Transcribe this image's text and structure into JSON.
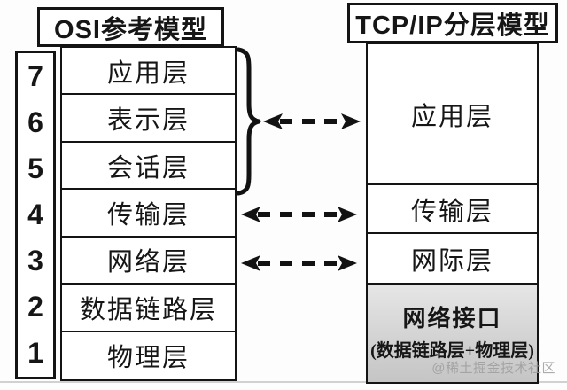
{
  "titles": {
    "osi": "OSI参考模型",
    "tcpip": "TCP/IP分层模型"
  },
  "osi": {
    "layers": [
      {
        "num": "7",
        "name": "应用层"
      },
      {
        "num": "6",
        "name": "表示层"
      },
      {
        "num": "5",
        "name": "会话层"
      },
      {
        "num": "4",
        "name": "传输层"
      },
      {
        "num": "3",
        "name": "网络层"
      },
      {
        "num": "2",
        "name": "数据链路层"
      },
      {
        "num": "1",
        "name": "物理层"
      }
    ]
  },
  "tcpip": {
    "layers": [
      {
        "name": "应用层"
      },
      {
        "name": "传输层"
      },
      {
        "name": "网际层"
      },
      {
        "name": "网络接口",
        "sub": "(数据链路层+物理层)"
      }
    ]
  },
  "mappings": [
    {
      "from": "OSI 7-5 (应用层/表示层/会话层)",
      "to": "应用层"
    },
    {
      "from": "OSI 4 (传输层)",
      "to": "传输层"
    },
    {
      "from": "OSI 3 (网络层)",
      "to": "网际层"
    }
  ],
  "watermark": "@稀土掘金技术社区",
  "colors": {
    "ink": "#141414",
    "background": "#fdfdfd",
    "gray_box_top": "#e6e6e6",
    "gray_box_bottom": "#c5c5c5",
    "watermark_gray": "#9d9d9d"
  }
}
